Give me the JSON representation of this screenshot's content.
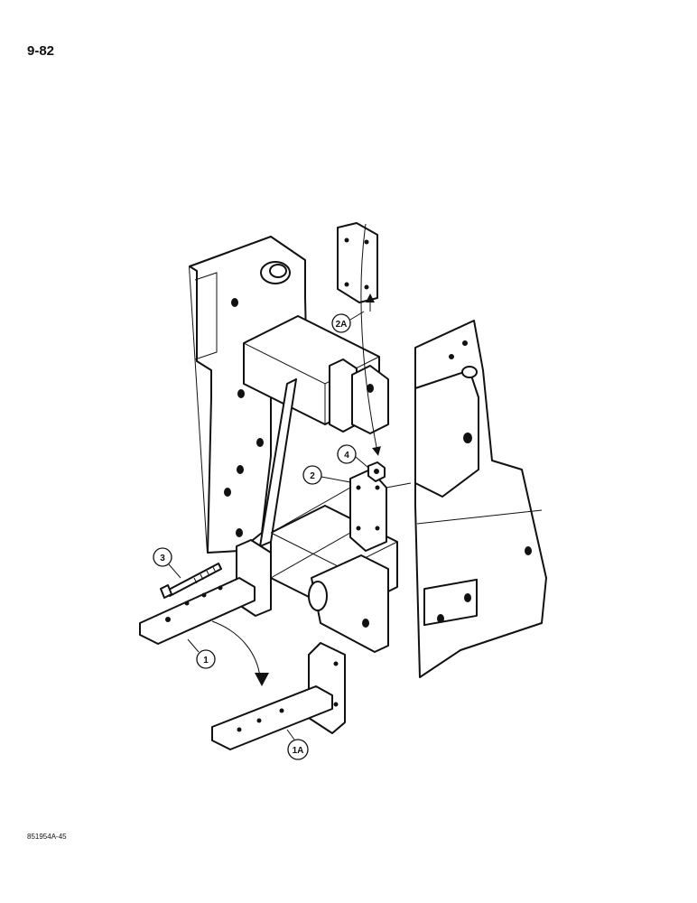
{
  "page_number": "9-82",
  "figure_code": "851954A-45",
  "callouts": {
    "c1": "1",
    "c1a": "1A",
    "c2": "2",
    "c2a": "2A",
    "c3": "3",
    "c4": "4"
  }
}
